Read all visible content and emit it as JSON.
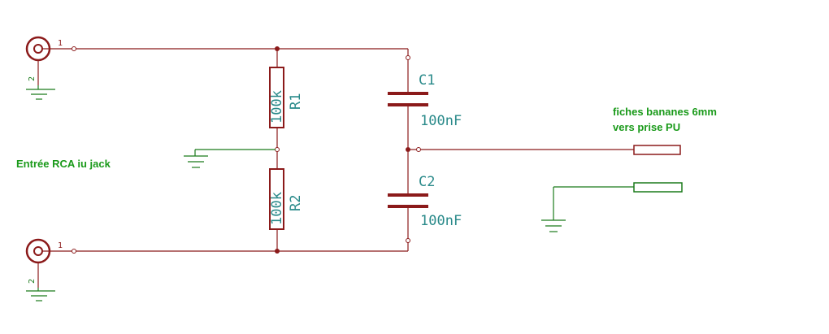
{
  "notes": {
    "input": "Entrée RCA iu jack",
    "output_line1": "fiches bananes 6mm",
    "output_line2": "vers prise PU"
  },
  "components": {
    "R1": {
      "ref": "R1",
      "value": "100k"
    },
    "R2": {
      "ref": "R2",
      "value": "100k"
    },
    "C1": {
      "ref": "C1",
      "value": "100nF"
    },
    "C2": {
      "ref": "C2",
      "value": "100nF"
    }
  },
  "pins": {
    "signal": "1",
    "ground": "2"
  },
  "colors": {
    "wire": "#8b1a1a",
    "ground_wire": "#1b7a1b",
    "component_label": "#2a8a8a",
    "note_text": "#1a9a1a"
  }
}
